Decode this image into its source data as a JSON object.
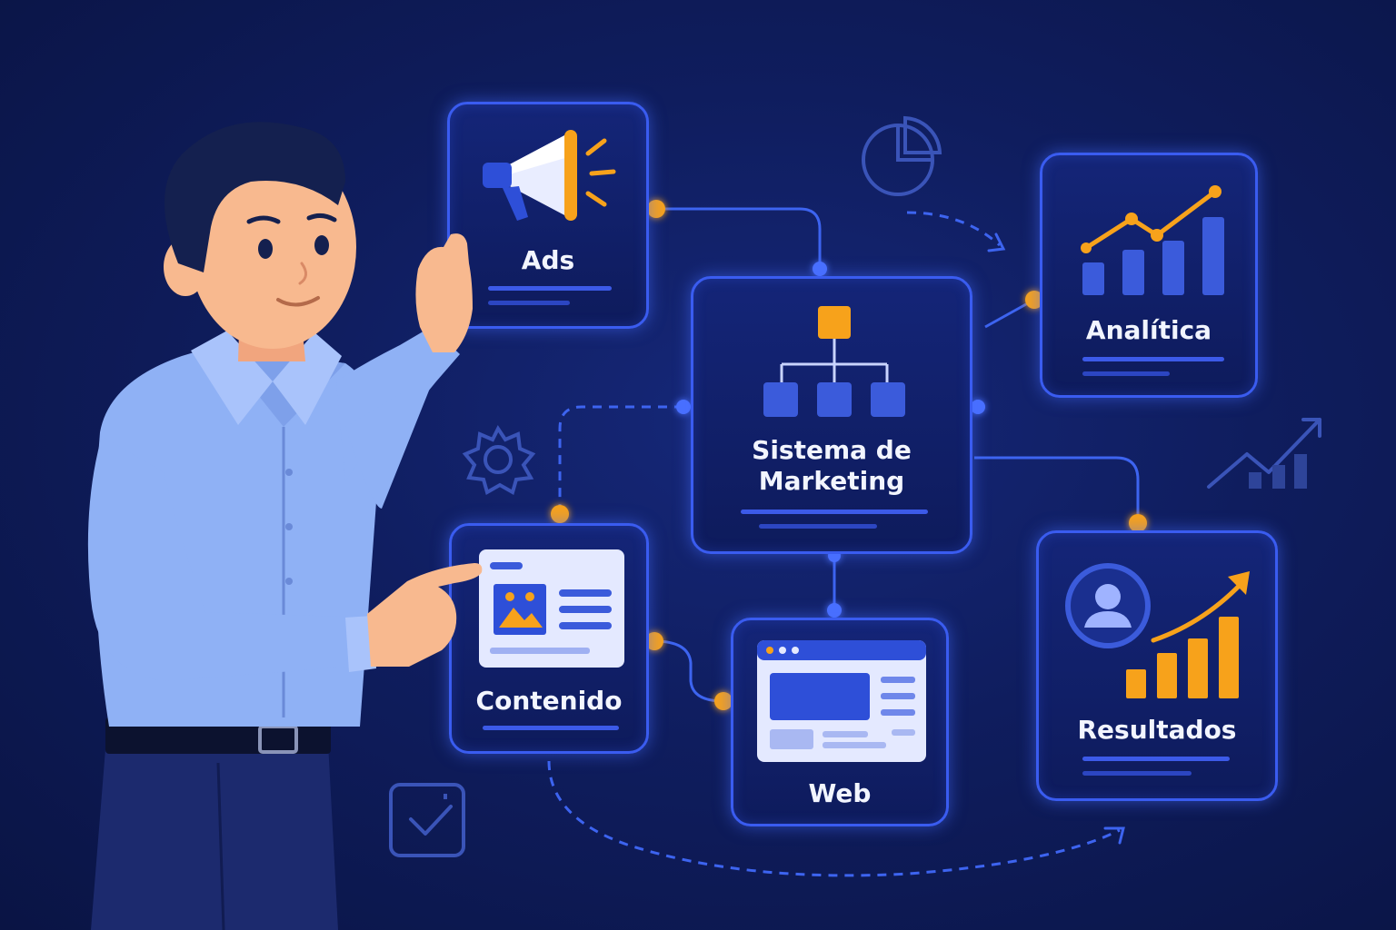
{
  "nodes": {
    "ads": {
      "label": "Ads"
    },
    "analitica": {
      "label": "Analítica"
    },
    "sistema": {
      "label_line1": "Sistema de",
      "label_line2": "Marketing"
    },
    "contenido": {
      "label": "Contenido"
    },
    "web": {
      "label": "Web"
    },
    "resultados": {
      "label": "Resultados"
    }
  },
  "colors": {
    "background": "#0f1d5e",
    "card_border": "#3a5cf0",
    "accent_orange": "#f7a21b",
    "accent_blue": "#3b5bdb"
  },
  "icons": [
    "megaphone-icon",
    "bar-line-chart-icon",
    "org-chart-icon",
    "content-card-icon",
    "browser-window-icon",
    "user-avatar-icon",
    "rising-bars-icon",
    "pie-chart-icon",
    "gear-icon",
    "checkbox-icon",
    "trend-chart-icon"
  ]
}
